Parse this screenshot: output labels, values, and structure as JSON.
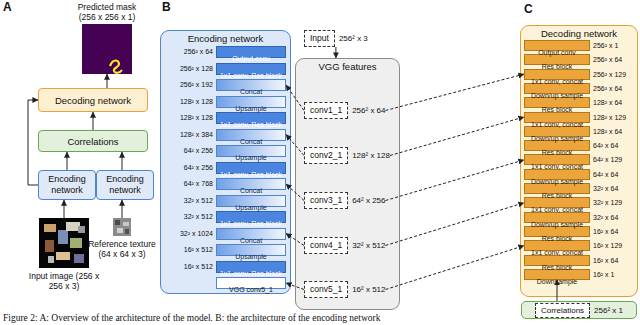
{
  "diagram": {
    "caption": "Figure 2: A: Overview of the architecture of the model. B: the architecture of the encoding network",
    "nodes": [
      {
        "text": [
          "Predicted mask (256 x 256 x 1)"
        ]
      },
      {
        "text": [
          "Decoding network"
        ]
      },
      {
        "text": [
          "Correlations"
        ]
      },
      {
        "text": [
          "Encoding network"
        ]
      },
      {
        "text": [
          "Encoding network"
        ]
      },
      {
        "text": [
          "Input image (256 x 256 x 3)"
        ]
      },
      {
        "text": [
          "Reference texture (64 x 64 x 3)"
        ]
      },
      {
        "text": [
          "Encoding network"
        ]
      },
      {
        "text": [
          "Output conv",
          "256² x 64"
        ],
        "in": 7
      },
      {
        "text": [
          "1x1 conv, Res block",
          "256² x 128"
        ],
        "in": 7
      },
      {
        "text": [
          "Concat",
          "256² x 192"
        ],
        "in": 7
      },
      {
        "text": [
          "Upsample",
          "128² x 128"
        ],
        "in": 7
      },
      {
        "text": [
          "1x1 conv, Res block",
          "128² x 128"
        ],
        "in": 7
      },
      {
        "text": [
          "Concat",
          "128² x 384"
        ],
        "in": 7
      },
      {
        "text": [
          "Upsample",
          "64² x 256"
        ],
        "in": 7
      },
      {
        "text": [
          "1x1 conv, Res block",
          "64² x 256"
        ],
        "in": 7
      },
      {
        "text": [
          "Concat",
          "64² x 768"
        ],
        "in": 7
      },
      {
        "text": [
          "Upsample",
          "32² x 512"
        ],
        "in": 7
      },
      {
        "text": [
          "1x1 conv, Res block",
          "32² x 512"
        ],
        "in": 7
      },
      {
        "text": [
          "Concat",
          "32² x 1024"
        ],
        "in": 7
      },
      {
        "text": [
          "Upsample",
          "16² x 512"
        ],
        "in": 7
      },
      {
        "text": [
          "1x1 conv, Res block",
          "16² x 512"
        ],
        "in": 7
      },
      {
        "text": [
          "VGG conv5_1"
        ],
        "in": 7
      },
      {
        "text": [
          "Input",
          "256² x 3"
        ]
      },
      {
        "text": [
          "VGG features"
        ]
      },
      {
        "text": [
          "conv1_1",
          "256² x 64"
        ],
        "in": 24
      },
      {
        "text": [
          "conv2_1",
          "128² x 128"
        ],
        "in": 24
      },
      {
        "text": [
          "conv3_1",
          "64² x 256"
        ],
        "in": 24
      },
      {
        "text": [
          "conv4_1",
          "32² x 512"
        ],
        "in": 24
      },
      {
        "text": [
          "conv5_1",
          "16² x 512"
        ],
        "in": 24
      },
      {
        "text": [
          "Decoding network"
        ]
      },
      {
        "text": [
          "Output conv",
          "256² x 1"
        ],
        "in": 30
      },
      {
        "text": [
          "Res block",
          "256² x 64"
        ],
        "in": 30
      },
      {
        "text": [
          "1x1 conv, concat",
          "256² x 129"
        ],
        "in": 30
      },
      {
        "text": [
          "Down/up sample",
          "256² x 64"
        ],
        "in": 30
      },
      {
        "text": [
          "Res block",
          "128² x 64"
        ],
        "in": 30
      },
      {
        "text": [
          "1x1 conv, concat",
          "128² x 129"
        ],
        "in": 30
      },
      {
        "text": [
          "Down/up sample",
          "128² x 64"
        ],
        "in": 30
      },
      {
        "text": [
          "Res block",
          "64² x 64"
        ],
        "in": 30
      },
      {
        "text": [
          "1x1 conv, concat",
          "64² x 129"
        ],
        "in": 30
      },
      {
        "text": [
          "Down/up sample",
          "64² x 64"
        ],
        "in": 30
      },
      {
        "text": [
          "Res block",
          "32² x 64"
        ],
        "in": 30
      },
      {
        "text": [
          "1x1 conv, concat",
          "32² x 129"
        ],
        "in": 30
      },
      {
        "text": [
          "Down/up sample",
          "32² x 64"
        ],
        "in": 30
      },
      {
        "text": [
          "Res block",
          "16² x 64"
        ],
        "in": 30
      },
      {
        "text": [
          "1x1 conv, concat",
          "16² x 129"
        ],
        "in": 30
      },
      {
        "text": [
          "Res block",
          "16² x 64"
        ],
        "in": 30
      },
      {
        "text": [
          "Downsample",
          "16² x 1"
        ],
        "in": 30
      },
      {
        "text": [
          "Correlations",
          "256² x 1"
        ]
      }
    ],
    "edges": [
      {
        "from": 5,
        "to": 3,
        "arrow": "to"
      },
      {
        "from": 6,
        "to": 4,
        "arrow": "to"
      },
      {
        "from": 3,
        "to": 2,
        "arrow": "to"
      },
      {
        "from": 4,
        "to": 2,
        "arrow": "to"
      },
      {
        "from": 2,
        "to": 1,
        "arrow": "to"
      },
      {
        "from": 3,
        "to": 1,
        "arrow": "to"
      },
      {
        "from": 1,
        "to": 0,
        "arrow": "to"
      },
      {
        "from": 23,
        "to": 24,
        "arrow": "to"
      },
      {
        "from": 25,
        "to": 10,
        "arrow": "to"
      },
      {
        "from": 25,
        "to": 33,
        "arrow": "to"
      },
      {
        "from": 26,
        "to": 13,
        "arrow": "to"
      },
      {
        "from": 26,
        "to": 36,
        "arrow": "to"
      },
      {
        "from": 27,
        "to": 16,
        "arrow": "to"
      },
      {
        "from": 27,
        "to": 39,
        "arrow": "to"
      },
      {
        "from": 28,
        "to": 19,
        "arrow": "to"
      },
      {
        "from": 28,
        "to": 42,
        "arrow": "to"
      },
      {
        "from": 29,
        "to": 22,
        "arrow": "to"
      },
      {
        "from": 29,
        "to": 45,
        "arrow": "to"
      },
      {
        "from": 48,
        "to": 47,
        "arrow": "to"
      }
    ],
    "labels": [
      "A",
      "B",
      "C"
    ]
  }
}
